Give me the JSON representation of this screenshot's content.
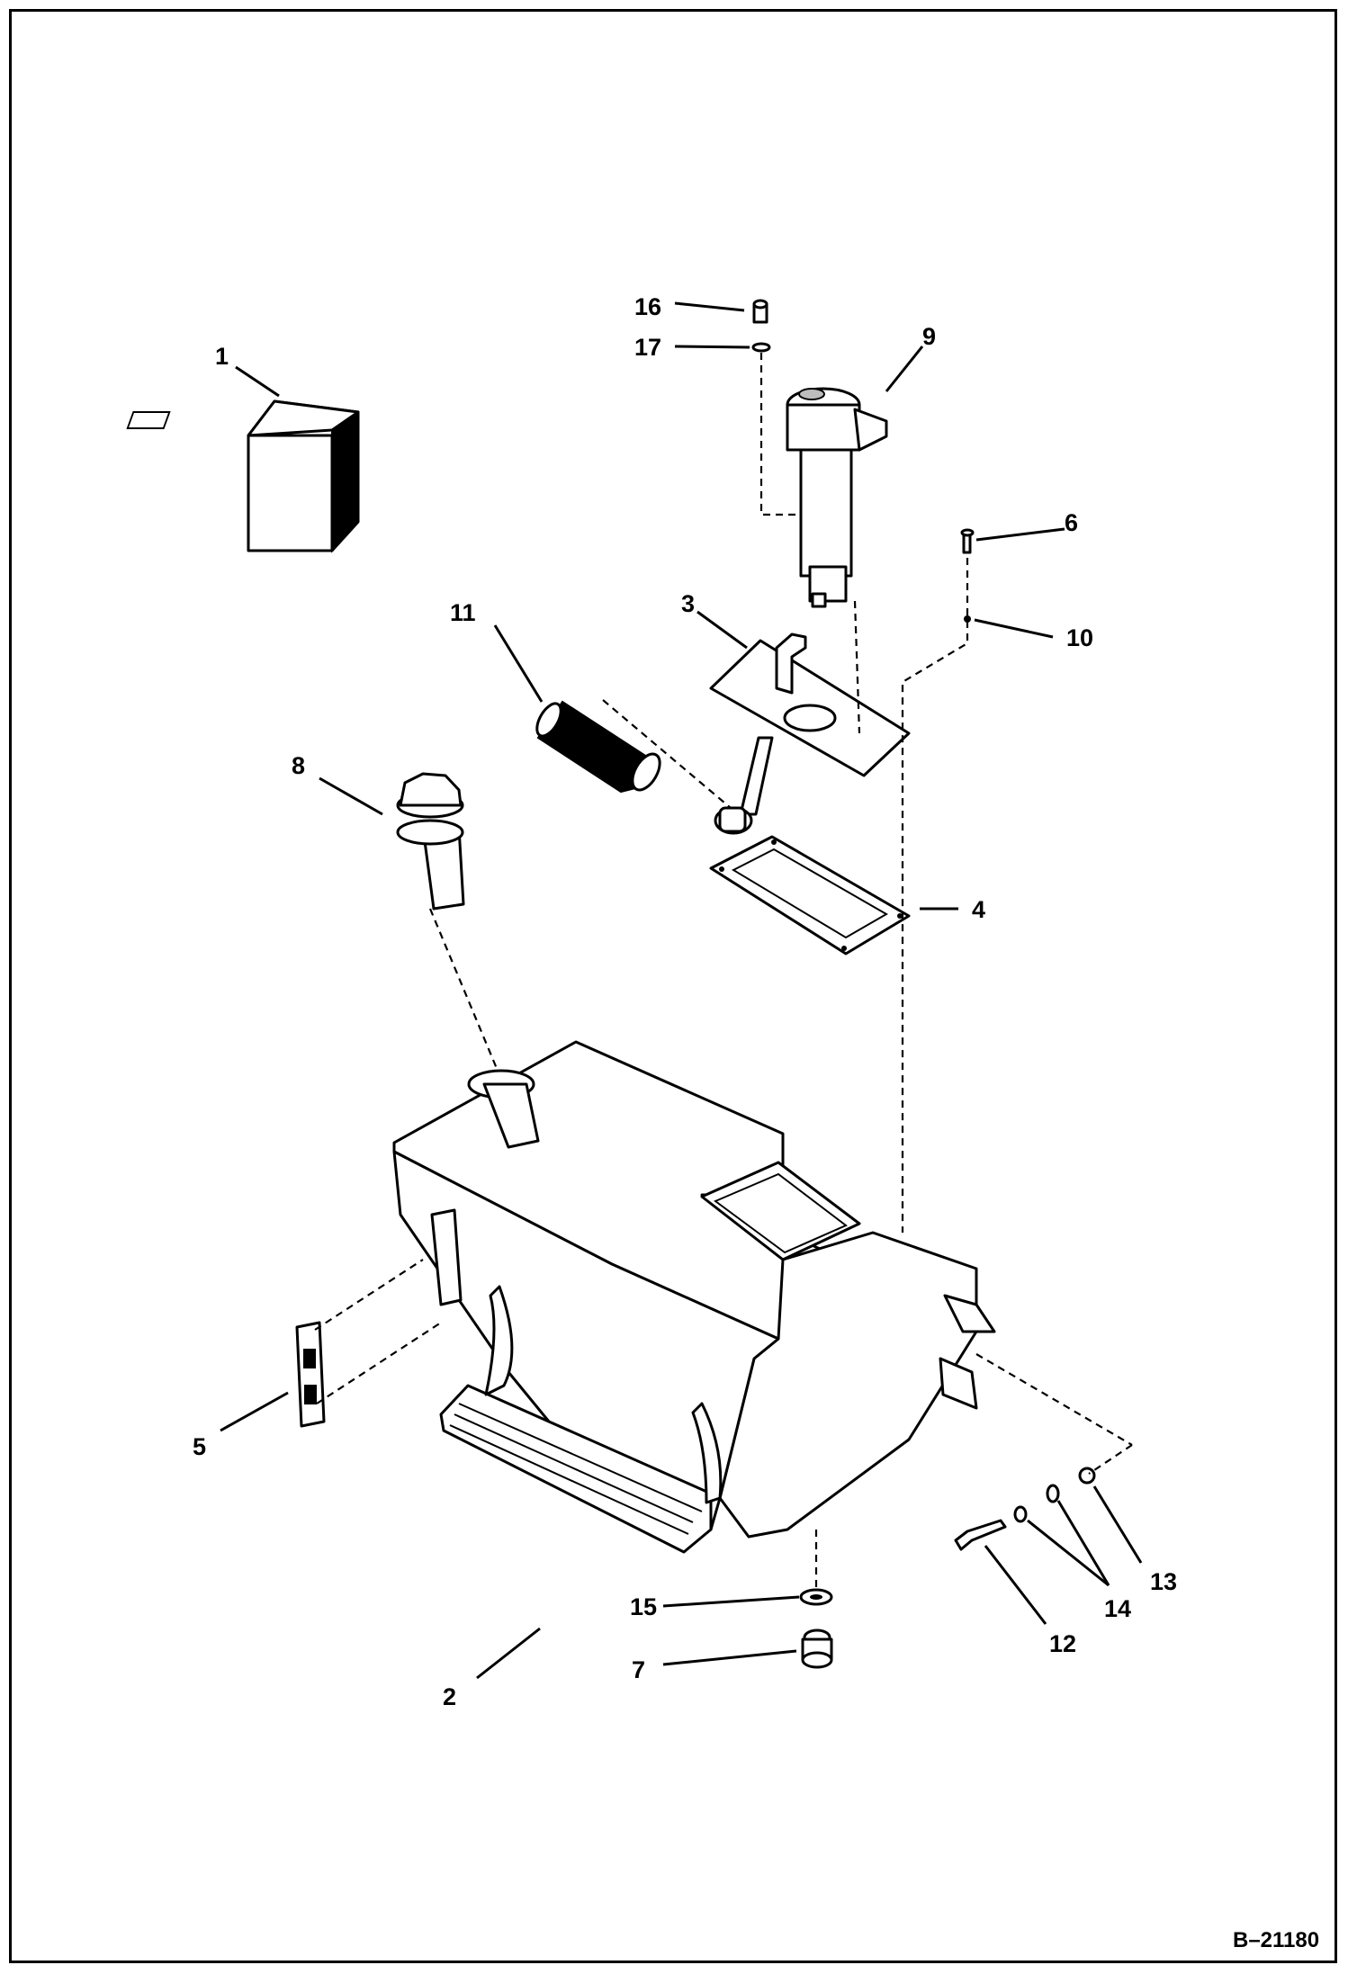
{
  "drawing_id": "B–21180",
  "callouts": {
    "c1": "1",
    "c2": "2",
    "c3": "3",
    "c4": "4",
    "c5": "5",
    "c6": "6",
    "c7": "7",
    "c8": "8",
    "c9": "9",
    "c10": "10",
    "c11": "11",
    "c12": "12",
    "c13": "13",
    "c14": "14",
    "c15": "15",
    "c16": "16",
    "c17": "17"
  },
  "colors": {
    "line": "#000000",
    "background": "#ffffff",
    "shade": "#bdbdbd"
  }
}
